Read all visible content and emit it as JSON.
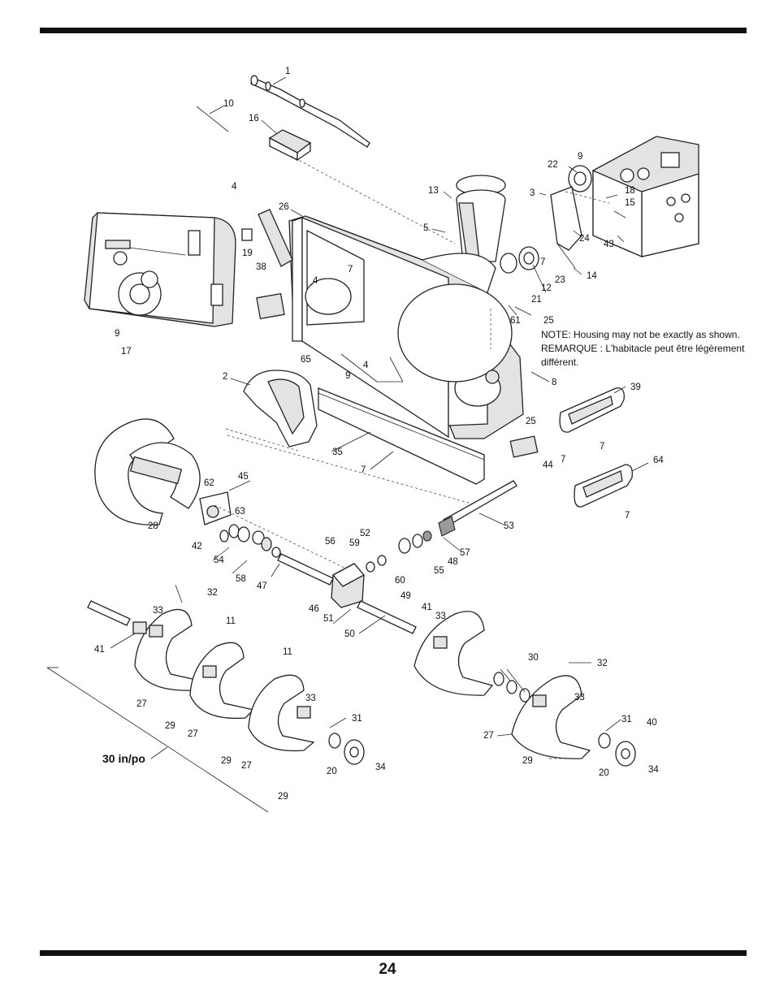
{
  "page": {
    "number": "24"
  },
  "note": {
    "line1": "NOTE: Housing may not be exactly as shown.",
    "line2": "REMARQUE : L'habitacle peut être légèrement",
    "line3": "différent."
  },
  "size_label": "30 in/po",
  "callouts": [
    {
      "id": "c1",
      "text": "1"
    },
    {
      "id": "c10",
      "text": "10"
    },
    {
      "id": "c16",
      "text": "16"
    },
    {
      "id": "c9a",
      "text": "9"
    },
    {
      "id": "c22",
      "text": "22"
    },
    {
      "id": "c13",
      "text": "13"
    },
    {
      "id": "c3",
      "text": "3"
    },
    {
      "id": "c18",
      "text": "18"
    },
    {
      "id": "c15",
      "text": "15"
    },
    {
      "id": "c24",
      "text": "24"
    },
    {
      "id": "c43",
      "text": "43"
    },
    {
      "id": "c4a",
      "text": "4"
    },
    {
      "id": "c26",
      "text": "26"
    },
    {
      "id": "c5",
      "text": "5"
    },
    {
      "id": "c7a",
      "text": "7"
    },
    {
      "id": "c19",
      "text": "19"
    },
    {
      "id": "c38",
      "text": "38"
    },
    {
      "id": "c7b",
      "text": "7"
    },
    {
      "id": "c4b",
      "text": "4"
    },
    {
      "id": "c12",
      "text": "12"
    },
    {
      "id": "c23",
      "text": "23"
    },
    {
      "id": "c14",
      "text": "14"
    },
    {
      "id": "c21",
      "text": "21"
    },
    {
      "id": "c25a",
      "text": "25"
    },
    {
      "id": "c61",
      "text": "61"
    },
    {
      "id": "c9b",
      "text": "9"
    },
    {
      "id": "c17",
      "text": "17"
    },
    {
      "id": "c65",
      "text": "65"
    },
    {
      "id": "c9c",
      "text": "9"
    },
    {
      "id": "c4c",
      "text": "4"
    },
    {
      "id": "c8",
      "text": "8"
    },
    {
      "id": "c2",
      "text": "2"
    },
    {
      "id": "c39",
      "text": "39"
    },
    {
      "id": "c25b",
      "text": "25"
    },
    {
      "id": "c7c",
      "text": "7"
    },
    {
      "id": "c35",
      "text": "35"
    },
    {
      "id": "c7d",
      "text": "7"
    },
    {
      "id": "c44",
      "text": "44"
    },
    {
      "id": "c64",
      "text": "64"
    },
    {
      "id": "c7e",
      "text": "7"
    },
    {
      "id": "c7f",
      "text": "7"
    },
    {
      "id": "c45",
      "text": "45"
    },
    {
      "id": "c62",
      "text": "62"
    },
    {
      "id": "c63",
      "text": "63"
    },
    {
      "id": "c28",
      "text": "28"
    },
    {
      "id": "c53",
      "text": "53"
    },
    {
      "id": "c52",
      "text": "52"
    },
    {
      "id": "c56",
      "text": "56"
    },
    {
      "id": "c59",
      "text": "59"
    },
    {
      "id": "c57",
      "text": "57"
    },
    {
      "id": "c42",
      "text": "42"
    },
    {
      "id": "c48",
      "text": "48"
    },
    {
      "id": "c54",
      "text": "54"
    },
    {
      "id": "c55",
      "text": "55"
    },
    {
      "id": "c58",
      "text": "58"
    },
    {
      "id": "c60",
      "text": "60"
    },
    {
      "id": "c47",
      "text": "47"
    },
    {
      "id": "c49",
      "text": "49"
    },
    {
      "id": "c32a",
      "text": "32"
    },
    {
      "id": "c46",
      "text": "46"
    },
    {
      "id": "c41a",
      "text": "41"
    },
    {
      "id": "c33a",
      "text": "33"
    },
    {
      "id": "c51",
      "text": "51"
    },
    {
      "id": "c33b",
      "text": "33"
    },
    {
      "id": "c11a",
      "text": "11"
    },
    {
      "id": "c50",
      "text": "50"
    },
    {
      "id": "c41b",
      "text": "41"
    },
    {
      "id": "c11b",
      "text": "11"
    },
    {
      "id": "c30",
      "text": "30"
    },
    {
      "id": "c32b",
      "text": "32"
    },
    {
      "id": "c27a",
      "text": "27"
    },
    {
      "id": "c33c",
      "text": "33"
    },
    {
      "id": "c33d",
      "text": "33"
    },
    {
      "id": "c29a",
      "text": "29"
    },
    {
      "id": "c31a",
      "text": "31"
    },
    {
      "id": "c31b",
      "text": "31"
    },
    {
      "id": "c40",
      "text": "40"
    },
    {
      "id": "c27b",
      "text": "27"
    },
    {
      "id": "c27c",
      "text": "27"
    },
    {
      "id": "c29b",
      "text": "29"
    },
    {
      "id": "c20a",
      "text": "20"
    },
    {
      "id": "c34a",
      "text": "34"
    },
    {
      "id": "c29c",
      "text": "29"
    },
    {
      "id": "c20b",
      "text": "20"
    },
    {
      "id": "c34b",
      "text": "34"
    },
    {
      "id": "c29d",
      "text": "29"
    },
    {
      "id": "c27d",
      "text": "27"
    }
  ]
}
